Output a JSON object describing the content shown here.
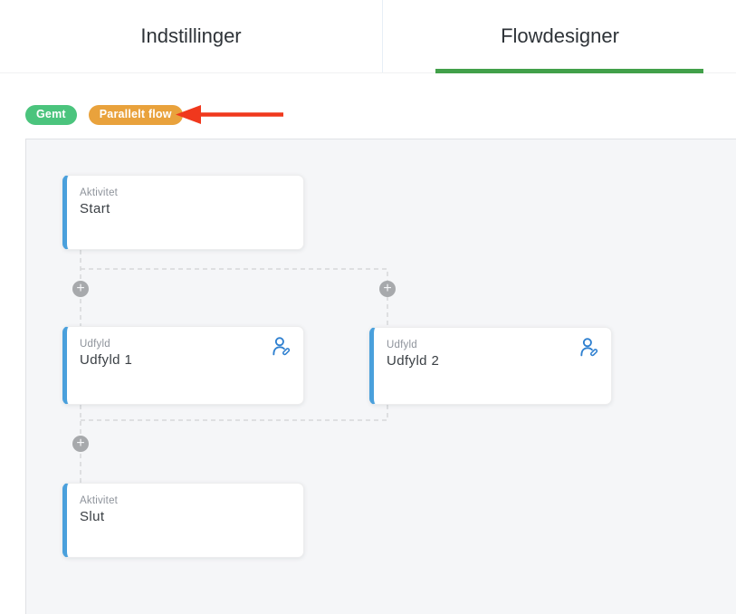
{
  "tabs": {
    "settings": {
      "label": "Indstillinger",
      "active": false
    },
    "flowdesigner": {
      "label": "Flowdesigner",
      "active": true
    }
  },
  "badges": {
    "saved": {
      "label": "Gemt",
      "color": "#4bc47d"
    },
    "flow_type": {
      "label": "Parallelt flow",
      "color": "#e9a23c"
    }
  },
  "annotation": {
    "arrow_direction": "left",
    "arrow_color": "#f0381d"
  },
  "flow": {
    "nodes": [
      {
        "type_label": "Aktivitet",
        "title": "Start",
        "assignee_icon": null
      },
      {
        "type_label": "Udfyld",
        "title": "Udfyld 1",
        "assignee_icon": "user-edit-icon"
      },
      {
        "type_label": "Udfyld",
        "title": "Udfyld 2",
        "assignee_icon": "user-edit-icon"
      },
      {
        "type_label": "Aktivitet",
        "title": "Slut",
        "assignee_icon": null
      }
    ],
    "add_button_glyph": "+",
    "structure": "Start -> (Udfyld 1 | Udfyld 2 parallel) -> Slut"
  },
  "colors": {
    "tab_active_underline": "#42a04a",
    "node_accent_bar": "#4aa0dc",
    "assignee_icon_blue": "#2f80d0",
    "connector_gray": "#d6d7d9",
    "canvas_background": "#f5f6f8",
    "badge_green": "#4bc47d",
    "badge_orange": "#e9a23c",
    "arrow_red": "#f0381d"
  }
}
